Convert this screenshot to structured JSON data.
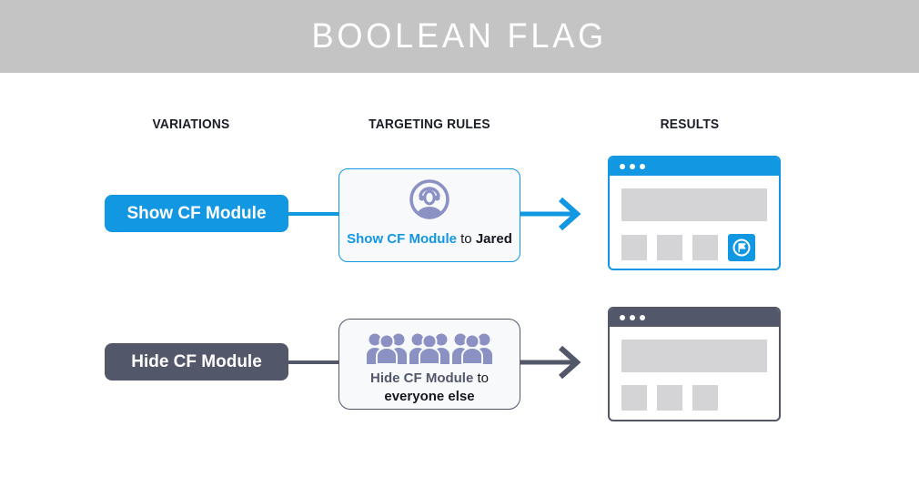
{
  "header": {
    "title": "BOOLEAN FLAG"
  },
  "columns": {
    "variations": "VARIATIONS",
    "targeting_rules": "TARGETING RULES",
    "results": "RESULTS"
  },
  "rows": [
    {
      "variation_label": "Show CF Module",
      "rule": {
        "icon": "user-headset-icon",
        "flag_name": "Show CF Module",
        "connector": "to",
        "target": "Jared"
      },
      "result": {
        "window": "browser-mockup",
        "cf_module_visible": true,
        "cf_tile_icon": "flag-circle-icon"
      }
    },
    {
      "variation_label": "Hide CF Module",
      "rule": {
        "icon": "crowd-icon",
        "flag_name": "Hide CF Module",
        "connector": "to",
        "target": "everyone else"
      },
      "result": {
        "window": "browser-mockup",
        "cf_module_visible": false
      }
    }
  ],
  "colors": {
    "accent_blue": "#1297e2",
    "slate": "#53576a",
    "icon_purple": "#8c91c3",
    "header_gray": "#c4c4c4",
    "placeholder_gray": "#d4d4d6",
    "card_background": "#f8f9fb"
  }
}
